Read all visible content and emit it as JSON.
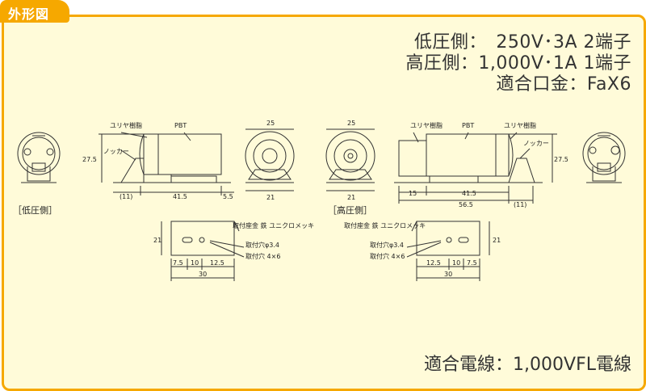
{
  "header": {
    "tab_label": "外形図"
  },
  "specs": {
    "low_voltage": "低圧側：　250V･3A 2端子",
    "high_voltage": "高圧側：1,000V･1A 1端子",
    "base": "適合口金：FaX6"
  },
  "footer": {
    "wire": "適合電線：1,000VFL電線"
  },
  "labels": {
    "low_side": "［低圧側］",
    "high_side": "［高圧側］",
    "uriya": "ユリヤ樹脂",
    "pbt": "PBT",
    "nokka": "ノッカー",
    "toritsuke_zagane": "取付座金 鉄 ユニクロメッキ",
    "hole_phi": "取付穴φ3.4",
    "hole_rect": "取付穴 4×6"
  },
  "dims": {
    "d27_5": "27.5",
    "d11": "(11)",
    "d41_5": "41.5",
    "d5_5": "5.5",
    "d25": "25",
    "d21": "21",
    "d15": "15",
    "d56_5": "56.5",
    "d7_5": "7.5",
    "d10": "10",
    "d12_5": "12.5",
    "d30": "30"
  }
}
